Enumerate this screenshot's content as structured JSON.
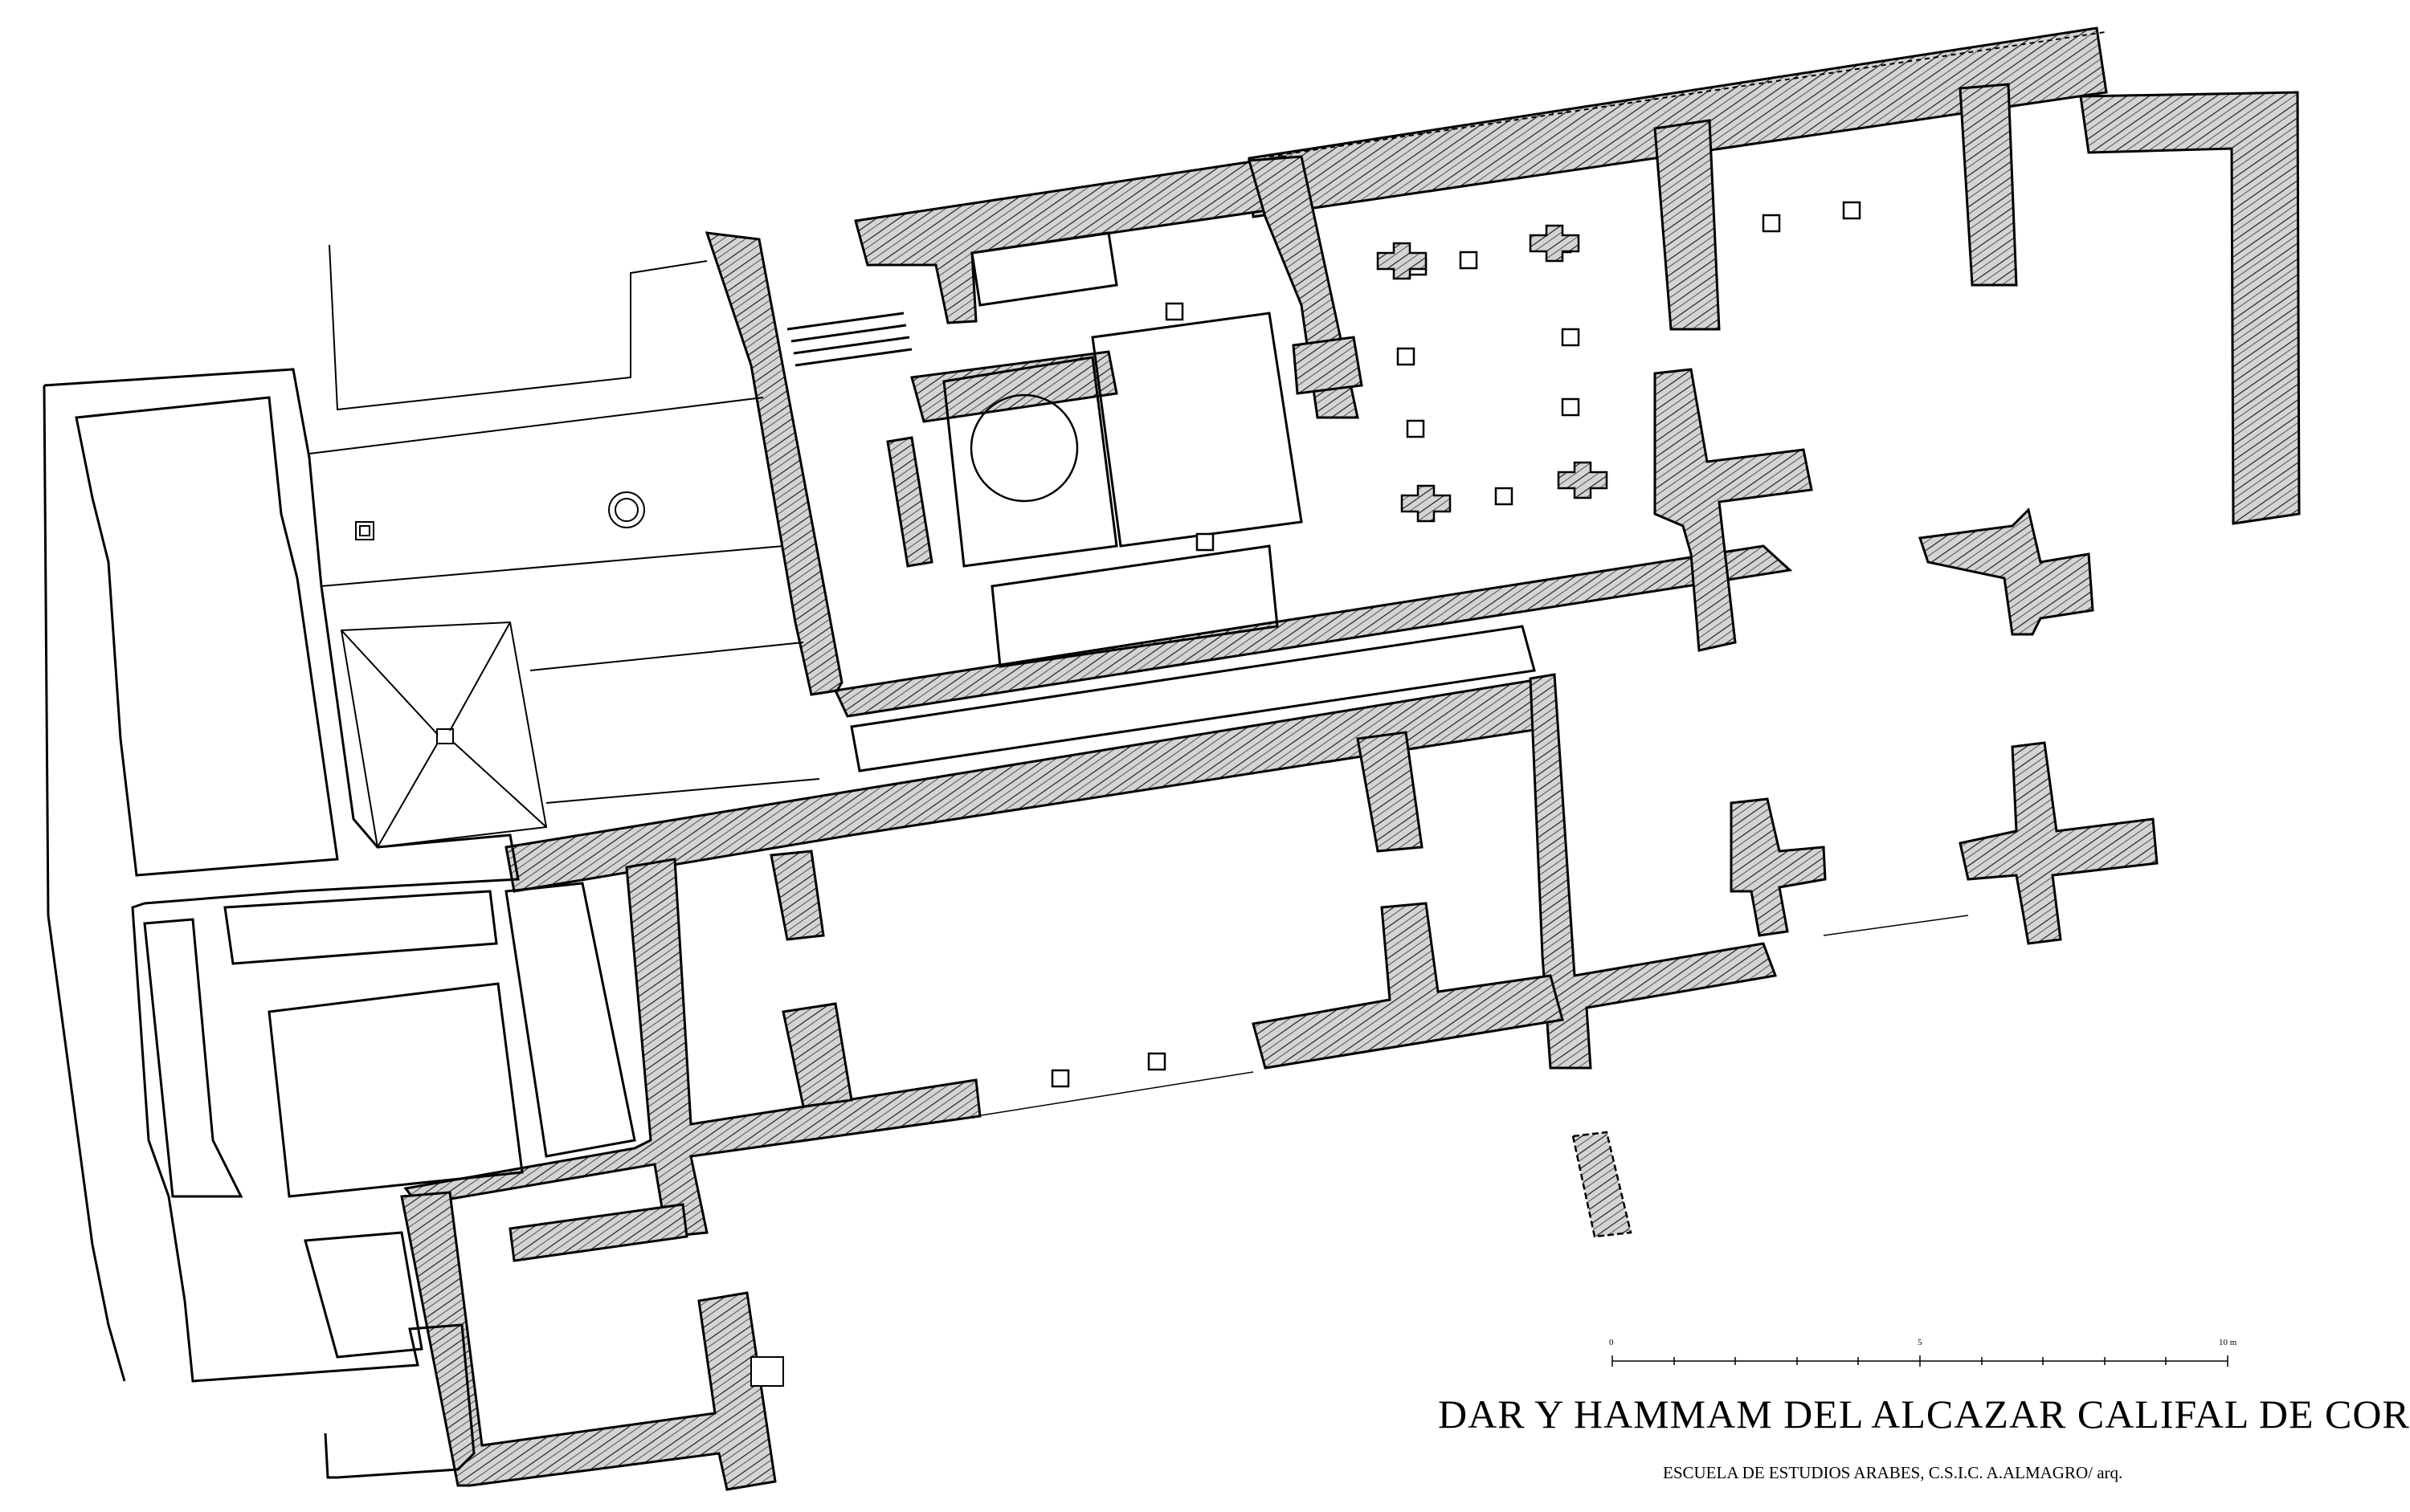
{
  "drawing": {
    "title": "DAR Y HAMMAM DEL ALCAZAR CALIFAL DE CORDOBA",
    "credit": "ESCUELA DE ESTUDIOS ARABES, C.S.I.C. A.ALMAGRO/ arq."
  },
  "scale_bar": {
    "labels": [
      "0",
      "5",
      "10 m"
    ],
    "divisions": 10
  },
  "style": {
    "wall_fill": "#cfcfcf",
    "hatch_color": "#222222",
    "line_color": "#000000",
    "background": "#ffffff"
  }
}
